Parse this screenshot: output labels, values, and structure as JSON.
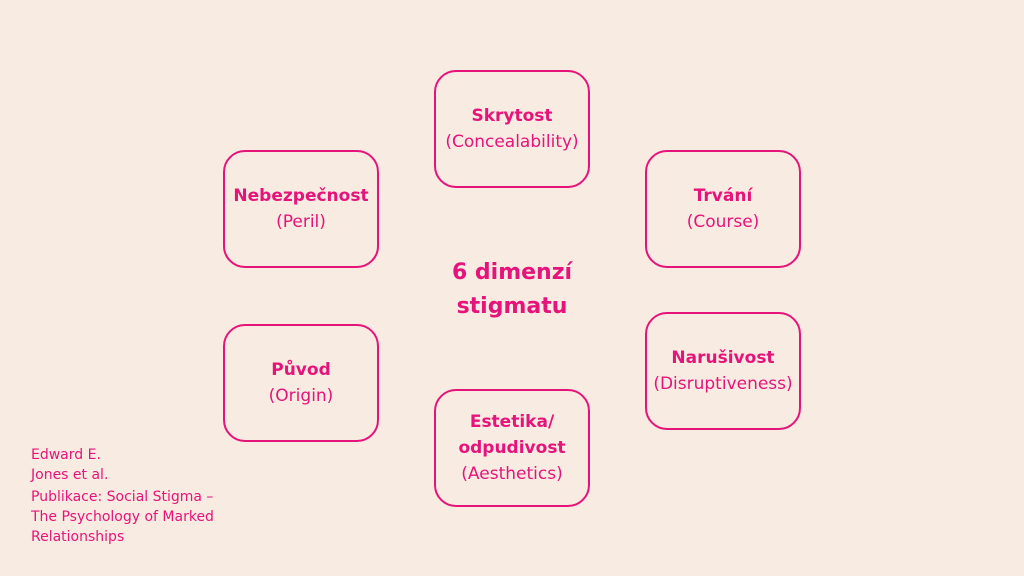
{
  "diagram": {
    "center": {
      "line1": "6 dimenzí",
      "line2": "stigmatu"
    },
    "dimensions": [
      {
        "title": "Skrytost",
        "subtitle": "(Concealability)"
      },
      {
        "title": "Trvání",
        "subtitle": "(Course)"
      },
      {
        "title": "Narušivost",
        "subtitle": "(Disruptiveness)"
      },
      {
        "title1": "Estetika/",
        "title2": "odpudivost",
        "subtitle": "(Aesthetics)"
      },
      {
        "title": "Původ",
        "subtitle": "(Origin)"
      },
      {
        "title": "Nebezpečnost",
        "subtitle": "(Peril)"
      }
    ]
  },
  "credit": {
    "line1": "Edward E.",
    "line2": "Jones et al.",
    "line3": "Publikace: Social Stigma –",
    "line4": "The Psychology of Marked",
    "line5": "Relationships"
  },
  "colors": {
    "accent": "#e6147a",
    "background": "#f8ebe1"
  }
}
